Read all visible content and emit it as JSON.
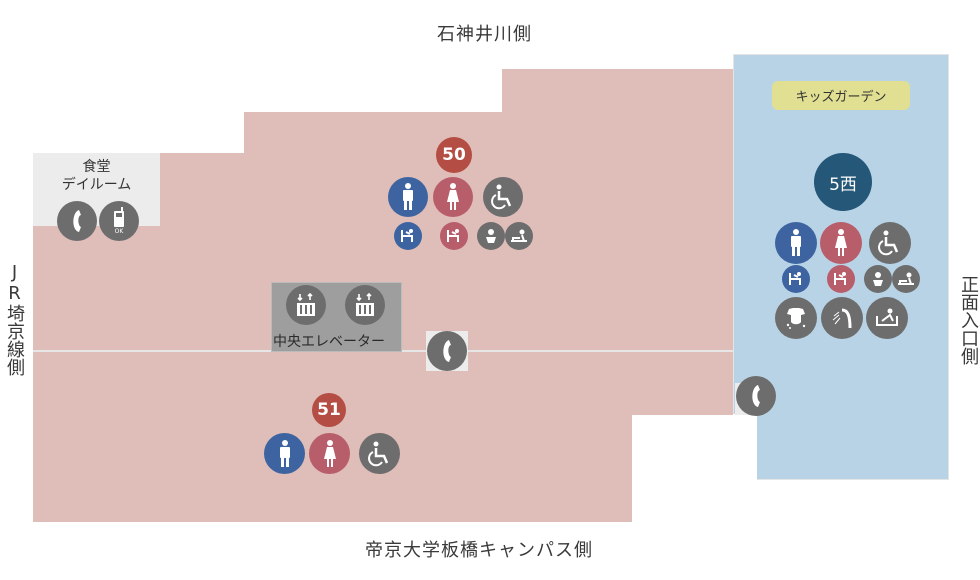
{
  "map": {
    "directions": {
      "top": "石神井川側",
      "bottom": "帝京大学板橋キャンパス側",
      "left": "JR埼京線側",
      "right": "正面入口側"
    },
    "rooms": {
      "cafeteria": {
        "line1": "食堂",
        "line2": "デイルーム"
      },
      "kids_garden": "キッズガーデン",
      "elevator": "中央エレベーター"
    },
    "wards": {
      "ward_50": "50",
      "ward_51": "51",
      "ward_5west": "5西"
    },
    "phone_ok_label": "OK",
    "colors": {
      "floor_pink": "#dfbdb8",
      "floor_blue": "#b9d3e6",
      "male": "#3d64a0",
      "female": "#b85d6a",
      "grey_icon": "#6d6d6d",
      "ward_number": "#b44d43",
      "ward_5west": "#245778",
      "kids_badge": "#e0df92"
    },
    "facility_groups": [
      {
        "ward": "50",
        "icons": [
          "male-toilet",
          "female-toilet",
          "accessible-toilet",
          "male-urinal-baby-seat",
          "female-baby-seat",
          "baby-chair",
          "diaper-changing"
        ]
      },
      {
        "ward": "51",
        "icons": [
          "male-toilet",
          "female-toilet",
          "accessible-toilet"
        ]
      },
      {
        "ward": "5西",
        "icons": [
          "male-toilet",
          "female-toilet",
          "accessible-toilet",
          "male-baby-seat",
          "female-baby-seat",
          "baby-chair",
          "diaper-changing",
          "laundry",
          "shower",
          "bath"
        ]
      },
      {
        "ward": "食堂 デイルーム",
        "icons": [
          "public-phone",
          "mobile-phone-ok"
        ]
      }
    ]
  }
}
